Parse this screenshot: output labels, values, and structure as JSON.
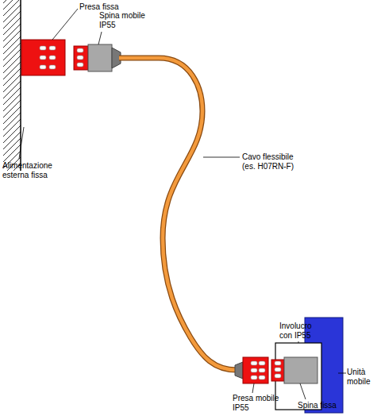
{
  "diagram": {
    "nodes": [
      {
        "text": [
          "Involucro con IP55"
        ]
      },
      {
        "text": [
          "Unità mobile"
        ]
      }
    ],
    "labels": [
      "Presa fissa",
      "Spina mobile IP55",
      "Alimentazione esterna fissa",
      "Cavo flessibile (es. H07RN-F)",
      "Presa mobile IP55",
      "Spina fissa"
    ]
  }
}
